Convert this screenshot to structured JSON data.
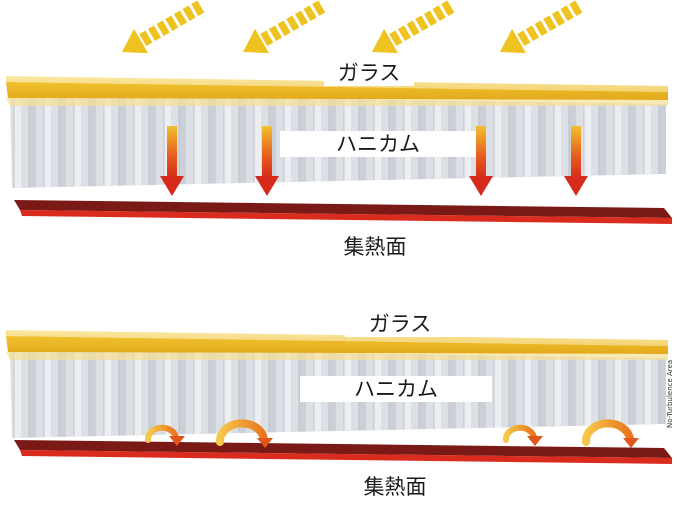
{
  "panels": [
    {
      "glass_label": "ガラス",
      "honeycomb_label": "ハニカム",
      "collector_label": "集熱面"
    },
    {
      "glass_label": "ガラス",
      "honeycomb_label": "ハニカム",
      "collector_label": "集熱面",
      "side_note": "No-Turbulence Area"
    }
  ],
  "colors": {
    "glass": "#f2c53d",
    "honeycomb": "#dcdfe4",
    "collector": "#7a1a16",
    "collector_edge": "#d92b1e",
    "sun_arrow": "#eec21f",
    "heat_arrow": "#e0421b",
    "swirl": "#ef8f22"
  },
  "icons": {
    "sun_arrows": "sunlight-arrow-icon",
    "heat_arrows": "heat-flow-arrow-icon",
    "swirls": "convection-swirl-icon"
  }
}
